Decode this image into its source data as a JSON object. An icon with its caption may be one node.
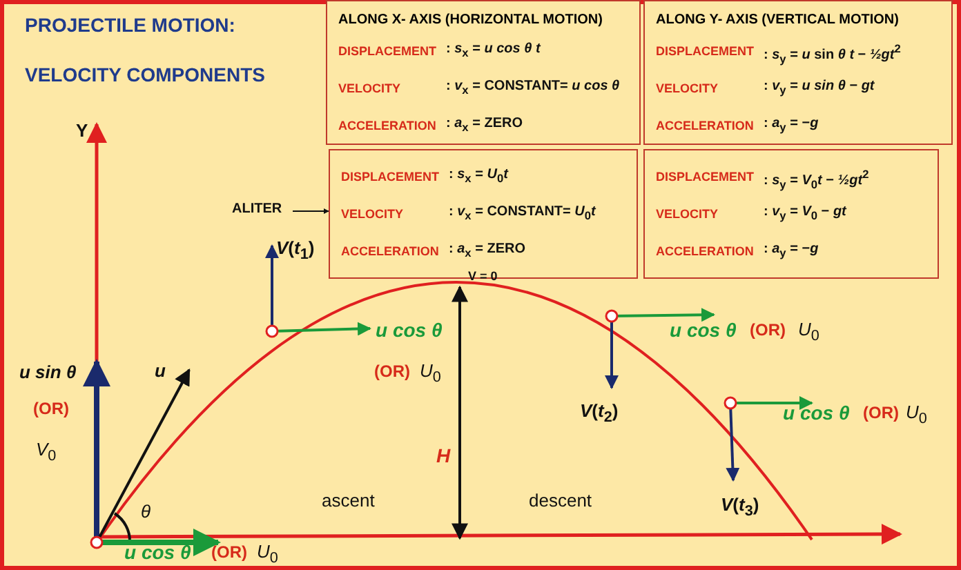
{
  "diagram": {
    "nodes": [
      {
        "text": [
          "ALONG X- AXIS (HORIZONTAL MOTION)",
          "DISPLACEMENT",
          ": *s*$_{x}$ = *u cos θ t*",
          "VELOCITY",
          ": *v*$_{x}$ = CONSTANT= *u cos θ*",
          "ACCELERATION",
          ": *a*$_{x}$ = ZERO"
        ]
      },
      {
        "text": [
          "ALONG Y- AXIS (VERTICAL MOTION)",
          "DISPLACEMENT",
          ": *s*$_{y}$ = *u* sin *θ t* − *½gt*$^{2}$",
          "VELOCITY",
          ": *v*$_{y}$ = *u sin θ* − *gt*",
          "ACCELERATION",
          ": *a*$_{y}$ = −*g*"
        ]
      },
      {
        "text": [
          "DISPLACEMENT",
          ": *s*$_{x}$ = *U*$_{0}$*t*",
          "VELOCITY",
          ": *v*$_{x}$ = CONSTANT= *U*$_{0}$*t*",
          "ACCELERATION",
          ": *a*$_{x}$ = ZERO"
        ]
      },
      {
        "text": [
          "DISPLACEMENT",
          ": *s*$_{y}$ = *V*$_{0}$*t* − *½gt*$^{2}$",
          "VELOCITY",
          ": *v*$_{y}$ = *V*$_{0}$ − *gt*",
          "ACCELERATION",
          ": *a*$_{y}$ = −*g*"
        ]
      },
      {
        "text": [
          "ALITER"
        ]
      }
    ],
    "edges": [
      {
        "from": 4,
        "to": 2,
        "arrow": "to"
      }
    ],
    "labels": [
      "PROJECTILE MOTION:",
      "VELOCITY COMPONENTS",
      "Y",
      "*V*(*t*$_{1}$)",
      "V = 0",
      "*u cos θ*",
      "*u cos θ*",
      "(OR)",
      "*U*$_{0}$",
      "*u sin θ*",
      "*u*",
      "(OR)",
      "*U*$_{0}$",
      "(OR)",
      "*V*(*t*$_{2}$)",
      "*u cos θ*",
      "(OR)",
      "*U*$_{0}$",
      "*V*$_{0}$",
      "*H*",
      "*θ*",
      "ascent",
      "descent",
      "*V*(*t*$_{3}$)",
      "*u cos θ*",
      "(OR)",
      "*U*$_{0}$"
    ]
  }
}
